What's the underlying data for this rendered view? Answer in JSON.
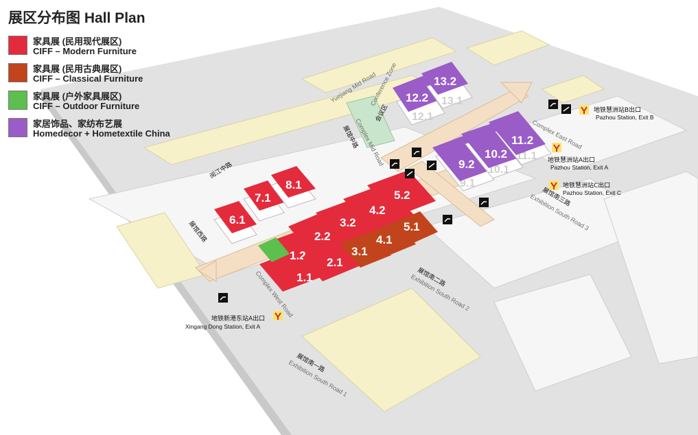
{
  "title": "展区分布图 Hall Plan",
  "legend": [
    {
      "cn": "家具展 (民用现代展区)",
      "en": "CIFF – Modern Furniture",
      "color": "#e32b3c"
    },
    {
      "cn": "家具展 (民用古典展区)",
      "en": "CIFF – Classical Furniture",
      "color": "#c2441c"
    },
    {
      "cn": "家具展 (户外家具展区)",
      "en": "CIFF – Outdoor Furniture",
      "color": "#5cbf4e"
    },
    {
      "cn": "家居饰品、家纺布艺展",
      "en": "Homedecor + Hometextile China",
      "color": "#9a5cc6"
    }
  ],
  "roads": {
    "yuejiang_mid": "Yuejiang Mid Road",
    "yuejiang_cn": "阅江中路",
    "complex_mid": "Complex Mid Road",
    "complex_mid_cn": "展馆中路",
    "complex_east": "Complex East Road",
    "complex_west": "Complex West Road",
    "complex_west_cn": "展馆西路",
    "exhibition_south_1": "Exhibition South Road 1",
    "exhibition_south_2": "Exhibition South Road 2",
    "exhibition_south_3": "Exhibition South Road 3",
    "south_1_cn": "展馆南一路",
    "south_2_cn": "展馆南二路",
    "south_3_cn": "展馆南三路"
  },
  "conference": {
    "cn": "会议区",
    "en": "Conference Zone"
  },
  "halls": {
    "h11": "1.1",
    "h12": "1.2",
    "h21": "2.1",
    "h22": "2.2",
    "h31": "3.1",
    "h32": "3.2",
    "h41": "4.1",
    "h42": "4.2",
    "h51": "5.1",
    "h52": "5.2",
    "h61": "6.1",
    "h71": "7.1",
    "h81": "8.1",
    "h92": "9.2",
    "h91": "9.1",
    "h102": "10.2",
    "h101": "10.1",
    "h112": "11.2",
    "h111": "11.1",
    "h122": "12.2",
    "h121": "12.1",
    "h132": "13.2",
    "h131": "13.1"
  },
  "stations": [
    {
      "cn": "地铁慧洲站B出口",
      "en": "Pazhou Station, Exit B"
    },
    {
      "cn": "地铁慧洲站A出口",
      "en": "Pazhou Station, Exit A"
    },
    {
      "cn": "地铁慧洲站C出口",
      "en": "Pazhou Station, Exit C"
    },
    {
      "cn": "地铁新港东站A出口",
      "en": "Xingang Dong Station, Exit A"
    }
  ],
  "colors": {
    "modern": "#e32b3c",
    "classical": "#c2441c",
    "outdoor": "#5cbf4e",
    "homedecor": "#9a5cc6",
    "walkway": "#f4dfc4",
    "park": "#f6f1c8",
    "road": "#dadada",
    "block": "#f5f5f5"
  }
}
